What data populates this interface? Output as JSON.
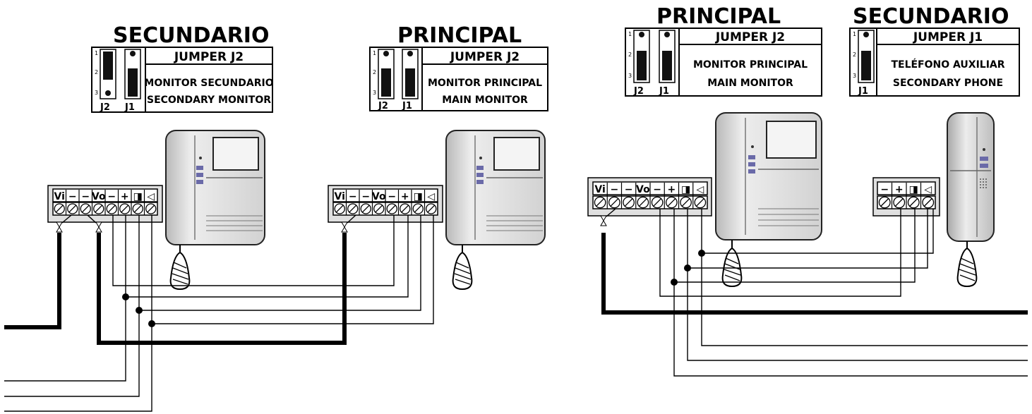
{
  "diagrams": [
    {
      "secondary": {
        "title": "SECUNDARIO",
        "jumper": {
          "header": "JUMPER J2",
          "line1": "MONITOR SECUNDARIO",
          "line2": "SECONDARY MONITOR",
          "pins": [
            "1",
            "2",
            "3"
          ],
          "names": [
            "J2",
            "J1"
          ]
        },
        "terminals": [
          "Vi",
          "−",
          "−",
          "Vo",
          "−",
          "+",
          "◨",
          "◁"
        ]
      },
      "main": {
        "title": "PRINCIPAL",
        "jumper": {
          "header": "JUMPER J2",
          "line1": "MONITOR PRINCIPAL",
          "line2": "MAIN MONITOR",
          "pins": [
            "1",
            "2",
            "3"
          ],
          "names": [
            "J2",
            "J1"
          ]
        },
        "terminals": [
          "Vi",
          "−",
          "−",
          "Vo",
          "−",
          "+",
          "◨",
          "◁"
        ]
      }
    },
    {
      "main": {
        "title": "PRINCIPAL",
        "jumper": {
          "header": "JUMPER J2",
          "line1": "MONITOR PRINCIPAL",
          "line2": "MAIN MONITOR",
          "pins": [
            "1",
            "2",
            "3"
          ],
          "names": [
            "J2",
            "J1"
          ]
        },
        "terminals": [
          "Vi",
          "−",
          "−",
          "Vo",
          "−",
          "+",
          "◨",
          "◁"
        ]
      },
      "secondary": {
        "title": "SECUNDARIO",
        "jumper": {
          "header": "JUMPER J1",
          "line1": "TELÉFONO AUXILIAR",
          "line2": "SECONDARY PHONE",
          "pins": [
            "1",
            "2",
            "3"
          ],
          "names": [
            "J1"
          ]
        },
        "terminals": [
          "−",
          "+",
          "◨",
          "◁"
        ]
      }
    }
  ]
}
